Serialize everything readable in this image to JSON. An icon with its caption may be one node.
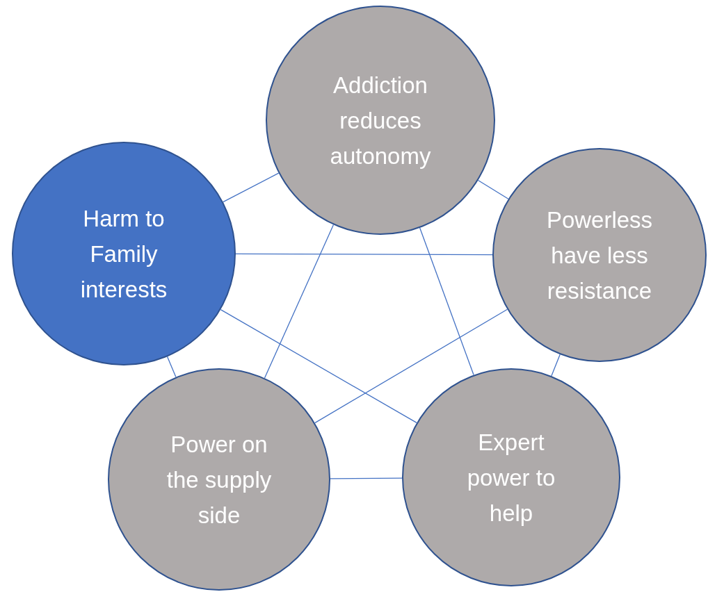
{
  "diagram": {
    "nodes": [
      {
        "text": [
          "Addiction reduces autonomy"
        ]
      },
      {
        "text": [
          "Harm to Family interests"
        ]
      },
      {
        "text": [
          "Powerless have less resistance"
        ]
      },
      {
        "text": [
          "Power on the supply side"
        ]
      },
      {
        "text": [
          "Expert power to help"
        ]
      }
    ],
    "edges": [
      {
        "from": 1,
        "to": 0,
        "arrow": "none"
      },
      {
        "from": 0,
        "to": 2,
        "arrow": "none"
      },
      {
        "from": 1,
        "to": 2,
        "arrow": "none"
      },
      {
        "from": 1,
        "to": 4,
        "arrow": "none"
      },
      {
        "from": 1,
        "to": 3,
        "arrow": "none"
      },
      {
        "from": 0,
        "to": 3,
        "arrow": "none"
      },
      {
        "from": 0,
        "to": 4,
        "arrow": "none"
      },
      {
        "from": 2,
        "to": 3,
        "arrow": "none"
      },
      {
        "from": 2,
        "to": 4,
        "arrow": "none"
      },
      {
        "from": 3,
        "to": 4,
        "arrow": "none"
      }
    ]
  }
}
